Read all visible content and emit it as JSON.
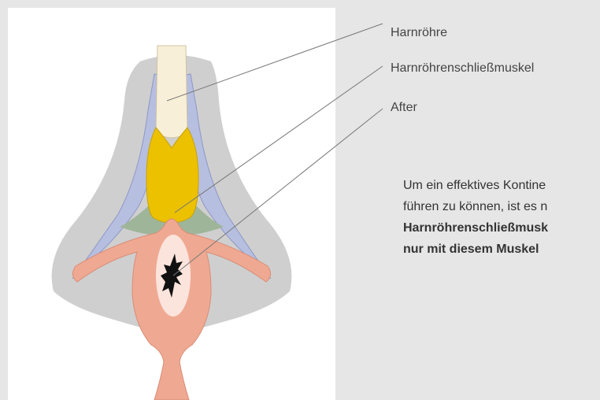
{
  "labels": {
    "urethra": "Harnröhre",
    "urethral_sphincter": "Harnröhrenschließmuskel",
    "anus": "After"
  },
  "description": {
    "line1": "Um ein effektives Kontine",
    "line2": "führen zu können, ist es n",
    "line3": "Harnröhrenschließmusk",
    "line4": "nur mit diesem Muskel"
  },
  "colors": {
    "background": "#e6e6e6",
    "panel": "#ffffff",
    "outer_tissue": "#cfcfcf",
    "urethra": "#f8efd8",
    "sphincter": "#ebc100",
    "muscle_blue": "#b6bfe0",
    "muscle_green": "#9fb59a",
    "anal_tissue": "#efa992",
    "anus_inner": "#fbe4dc",
    "leader_line": "#777777"
  }
}
